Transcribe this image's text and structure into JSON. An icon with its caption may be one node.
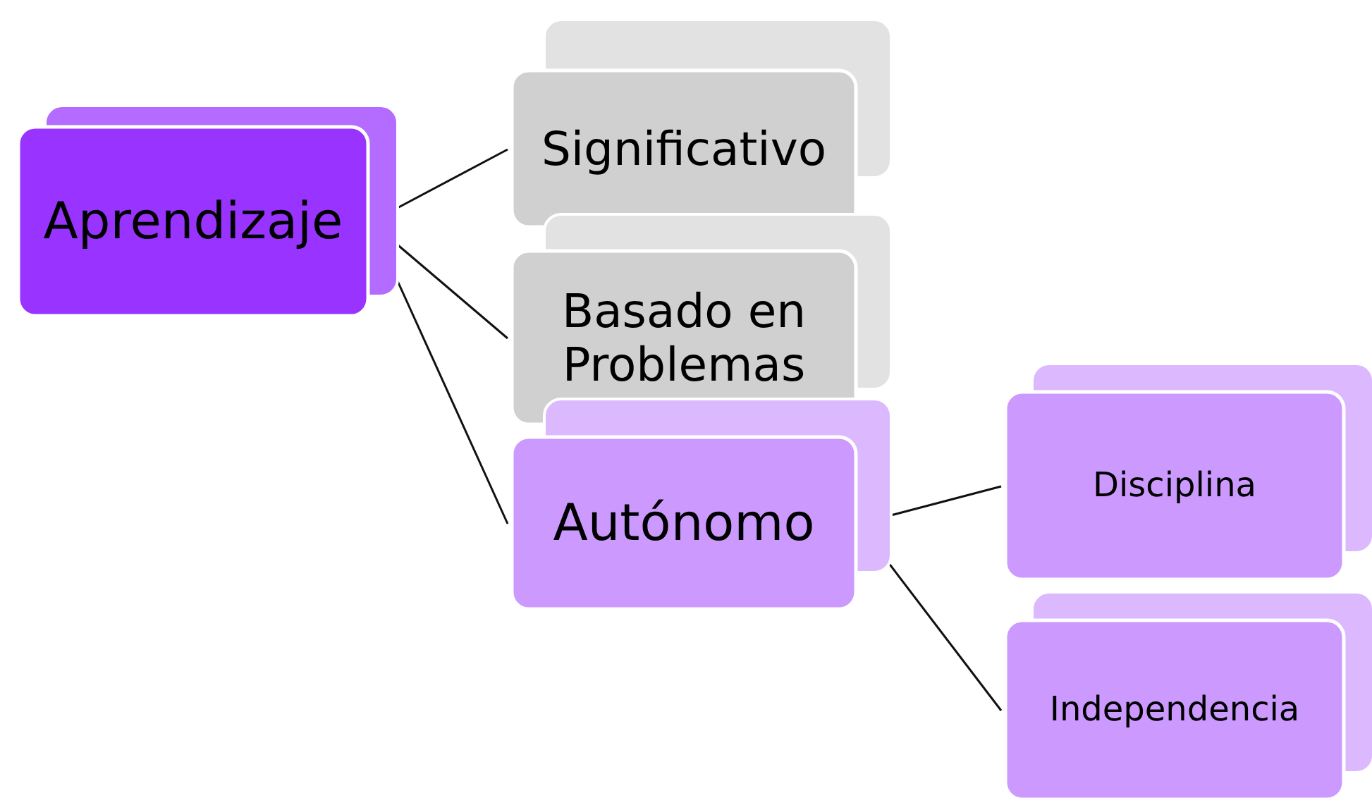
{
  "diagram": {
    "nodes": [
      {
        "text": [
          "Aprendizaje"
        ]
      },
      {
        "text": [
          "Significativo"
        ]
      },
      {
        "text": [
          "Basado en Problemas"
        ]
      },
      {
        "text": [
          "Autónomo"
        ]
      },
      {
        "text": [
          "Disciplina"
        ]
      },
      {
        "text": [
          "Independencia"
        ]
      }
    ],
    "edges": [
      {
        "from": 0,
        "to": 1,
        "arrow": "none"
      },
      {
        "from": 0,
        "to": 2,
        "arrow": "none"
      },
      {
        "from": 0,
        "to": 3,
        "arrow": "none"
      },
      {
        "from": 3,
        "to": 4,
        "arrow": "none"
      },
      {
        "from": 3,
        "to": 5,
        "arrow": "none"
      }
    ]
  }
}
